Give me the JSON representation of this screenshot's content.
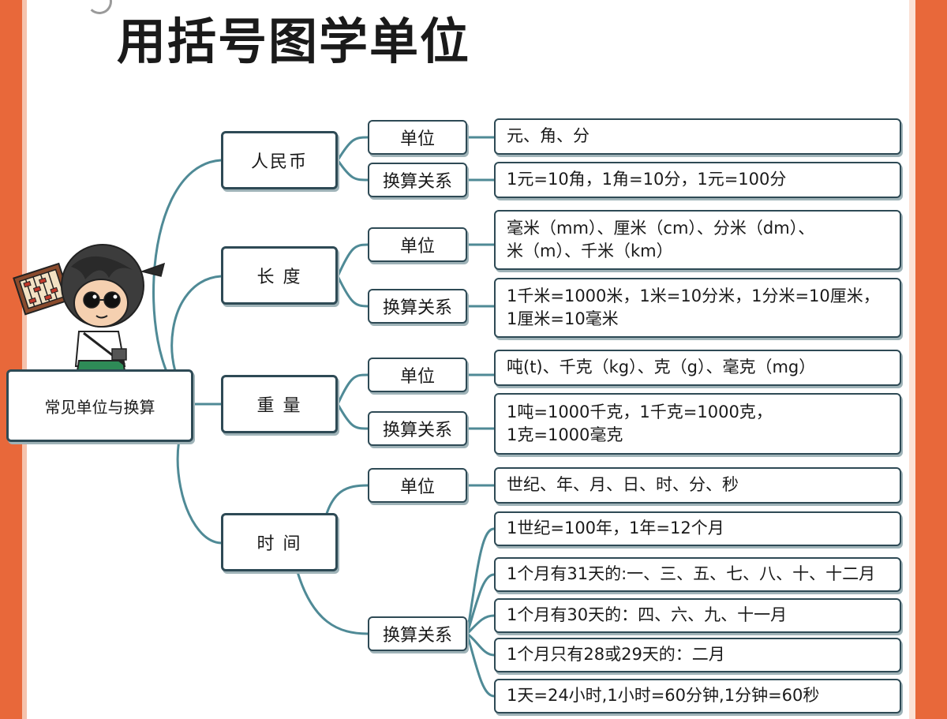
{
  "title": "用括号图学单位",
  "root": "常见单位与换算",
  "categories": {
    "rmb": {
      "label": "人民币",
      "unit_label": "单位",
      "unit_value": "元、角、分",
      "conv_label": "换算关系",
      "conv_value": "1元=10角，1角=10分，1元=100分"
    },
    "length": {
      "label": "长 度",
      "unit_label": "单位",
      "unit_value_1": "毫米（mm）、厘米（cm）、分米（dm）、",
      "unit_value_2": "米（m）、千米（km）",
      "conv_label": "换算关系",
      "conv_value_1": "1千米=1000米，1米=10分米，1分米=10厘米，",
      "conv_value_2": "1厘米=10毫米"
    },
    "weight": {
      "label": "重 量",
      "unit_label": "单位",
      "unit_value": "吨(t)、千克（kg）、克（g）、毫克（mg）",
      "conv_label": "换算关系",
      "conv_value_1": "1吨=1000千克，1千克=1000克，",
      "conv_value_2": "1克=1000毫克"
    },
    "time": {
      "label": "时 间",
      "unit_label": "单位",
      "unit_value": "世纪、年、月、日、时、分、秒",
      "conv_label": "换算关系",
      "conv_values": [
        "1世纪=100年，1年=12个月",
        "1个月有31天的:一、三、五、七、八、十、十二月",
        "1个月有30天的：四、六、九、十一月",
        "1个月只有28或29天的：二月",
        "1天=24小时,1小时=60分钟,1分钟=60秒"
      ]
    }
  },
  "colors": {
    "frame": "#e8683a",
    "box_border": "#2e4a55",
    "connector": "#4f8a96"
  }
}
